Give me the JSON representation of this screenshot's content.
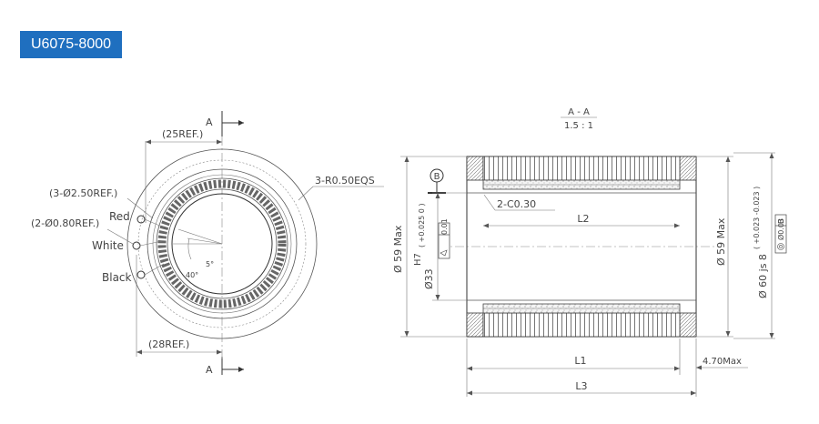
{
  "badge": {
    "label": "U6075-8000",
    "color": "#1f6fbf"
  },
  "front_view": {
    "section_marker": "A",
    "dim_top": "(25REF.)",
    "dim_bottom": "(28REF.)",
    "radius_note": "3-R0.50EQS",
    "hole_note_1": "(3-Ø2.50REF.)",
    "hole_note_2": "(2-Ø0.80REF.)",
    "wire_red": "Red",
    "wire_white": "White",
    "wire_black": "Black",
    "angle_small": "5°",
    "angle_large": "40°"
  },
  "section_view": {
    "title": "A - A",
    "scale": "1.5 : 1",
    "datum": "B",
    "chamfer_note": "2-C0.30",
    "dim_l2": "L2",
    "dim_l1": "L1",
    "dim_l3": "L3",
    "dim_l1_tol": "4.70Max",
    "dim_outer_left": "Ø 59 Max",
    "dim_bore_tol_class": "H7",
    "dim_bore_tol_values": "( +0.025 0 )",
    "dim_bore": "Ø33",
    "flatness_value": "0.01",
    "dim_outer_right": "Ø 59 Max",
    "dim_od": "Ø 60 js 8",
    "dim_od_tol": "( +0.023 -0.023 )",
    "concentricity_value": "Ø0.03",
    "concentricity_datum": "B"
  }
}
